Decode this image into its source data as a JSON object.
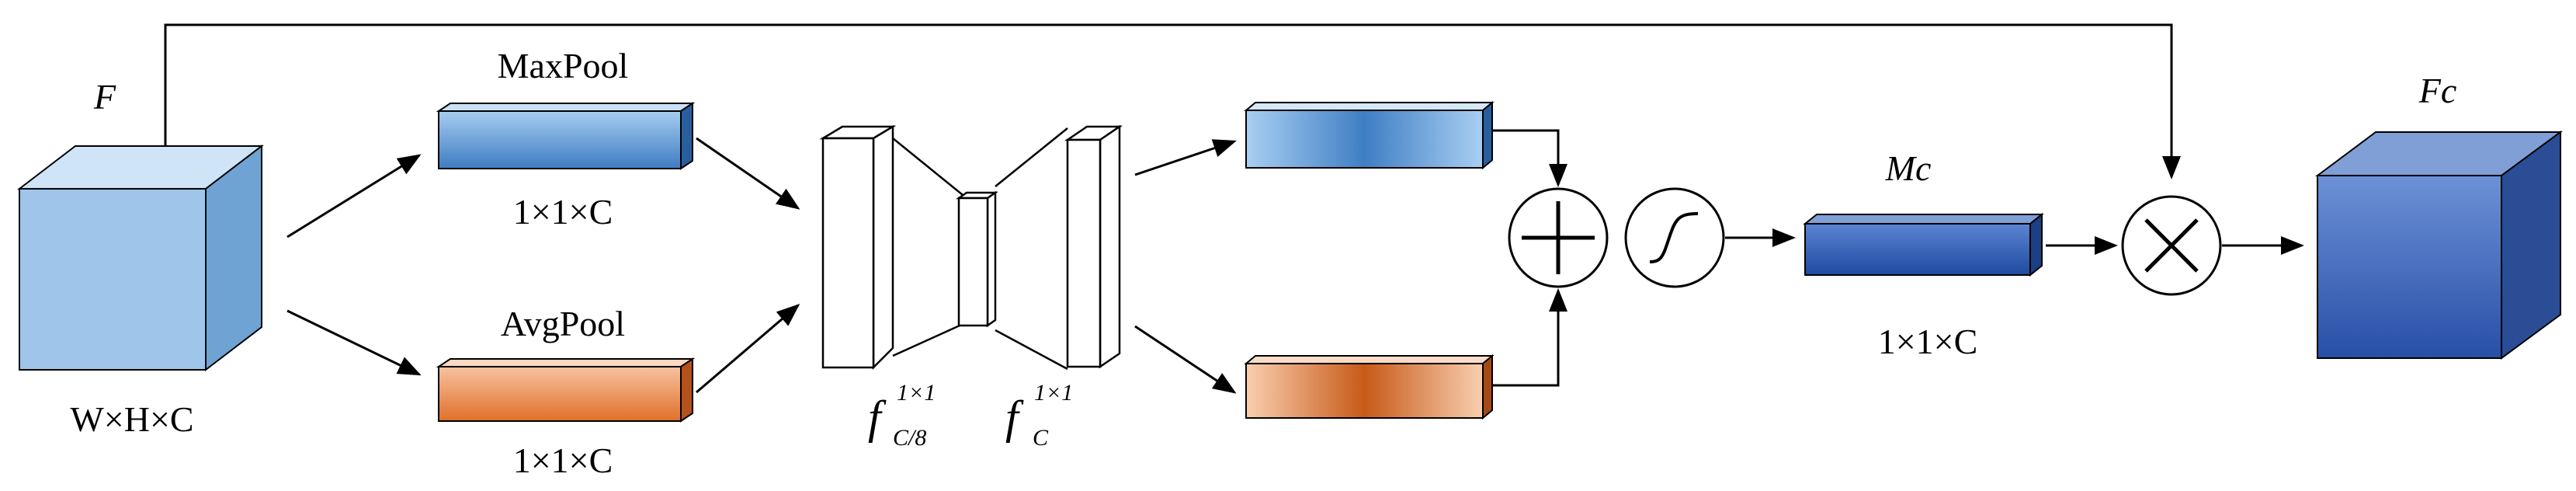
{
  "diagram": {
    "input_label": "F",
    "input_dim": "W×H×C",
    "maxpool_label": "MaxPool",
    "maxpool_dim": "1×1×C",
    "avgpool_label": "AvgPool",
    "avgpool_dim": "1×1×C",
    "mlp_layer1": {
      "base": "f",
      "sup": "1×1",
      "sub": "C/8"
    },
    "mlp_layer2": {
      "base": "f",
      "sup": "1×1",
      "sub": "C"
    },
    "add_symbol": "+",
    "multiply_symbol": "×",
    "attention_label": "Mc",
    "attention_dim": "1×1×C",
    "output_label": "Fc"
  },
  "colors": {
    "input_cube_front": "#9fc6ea",
    "input_cube_top": "#cde3f6",
    "input_cube_side": "#6fa3d3",
    "maxpool_bar": "#4a86c8",
    "avgpool_bar": "#e07830",
    "attention_bar": "#2f59b2",
    "output_cube_front": "#3a63b5",
    "output_cube_top": "#7f9fd6",
    "output_cube_side": "#2a4d95"
  }
}
